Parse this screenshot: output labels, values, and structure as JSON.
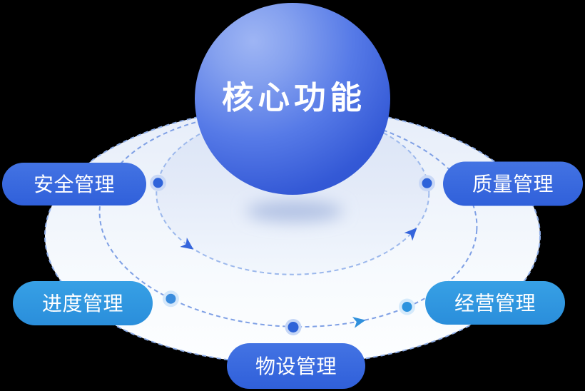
{
  "diagram": {
    "type": "orbit-feature-diagram",
    "background_color": "#000000",
    "core": {
      "label": "核心功能",
      "text_color": "#ffffff",
      "sphere_gradient": [
        "#9eb5f4",
        "#85a1ef",
        "#567ae7",
        "#3459d6",
        "#2b50ce"
      ],
      "shadow_color": "#b2c2e4"
    },
    "nodes": [
      {
        "id": "safety",
        "label": "安全管理",
        "position": "upper-left",
        "pill_color": "#3a6ce0",
        "text_color": "#ffffff",
        "dot_color": "#2e63da",
        "dot_halo_color": "#c9d8f6"
      },
      {
        "id": "quality",
        "label": "质量管理",
        "position": "upper-right",
        "pill_color": "#3a6ce0",
        "text_color": "#ffffff",
        "dot_color": "#2e63da",
        "dot_halo_color": "#c9d8f6"
      },
      {
        "id": "progress",
        "label": "进度管理",
        "position": "lower-left",
        "pill_color": "#2f97e0",
        "text_color": "#ffffff",
        "dot_color": "#3a8cdd",
        "dot_halo_color": "#d4e7fa"
      },
      {
        "id": "operation",
        "label": "经营管理",
        "position": "lower-right",
        "pill_color": "#2f97e0",
        "text_color": "#ffffff",
        "dot_color": "#2d93de",
        "dot_halo_color": "#d5eafb"
      },
      {
        "id": "equipment",
        "label": "物设管理",
        "position": "bottom-center",
        "pill_color": "#3a6ce0",
        "text_color": "#ffffff",
        "dot_color": "#2e63d8",
        "dot_halo_color": "#c5d6f6"
      }
    ],
    "orbits": {
      "style": "dashed",
      "flow_direction": "counterclockwise",
      "platform": {
        "border_color": "#8faee8",
        "fill_top": "#e6edf9",
        "fill_bottom": "#fdfeff"
      },
      "outer_ring": {
        "border_color": "#7fa0e5"
      },
      "inner_ring": {
        "border_color": "#9cb8ec",
        "fill_top": "#dae4f6",
        "fill_bottom": "#f2f7fd"
      }
    },
    "arrows": {
      "inner_ring_color": "#3565dc",
      "outer_ring_color": "#3090dc"
    }
  }
}
